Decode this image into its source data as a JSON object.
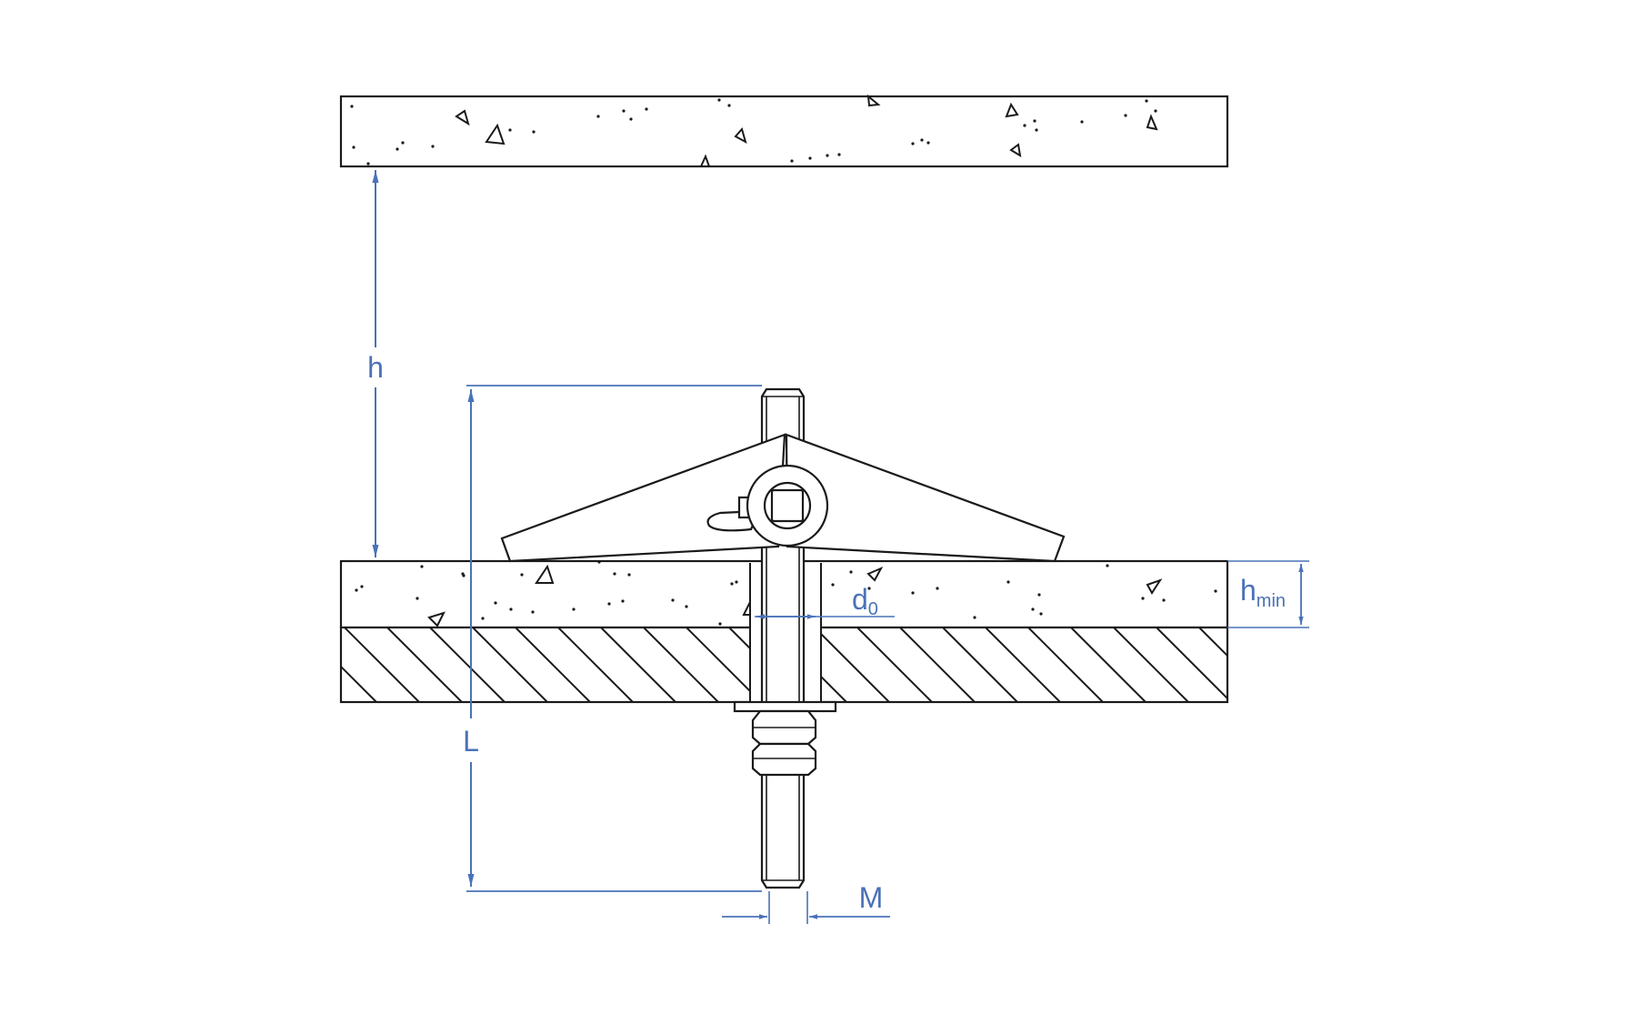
{
  "diagram": {
    "colors": {
      "line": "#1a1a1a",
      "dimension": "#4a72b8",
      "background": "#ffffff"
    },
    "labels": {
      "h": "h",
      "L": "L",
      "M": "M",
      "d0_main": "d",
      "d0_sub": "0",
      "hmin_main": "h",
      "hmin_sub": "min"
    },
    "parts": [
      "ceiling-concrete-slab",
      "base-concrete-layer",
      "hatched-substrate",
      "threaded-rod",
      "spring-toggle-wings",
      "washer",
      "hex-nut"
    ]
  }
}
